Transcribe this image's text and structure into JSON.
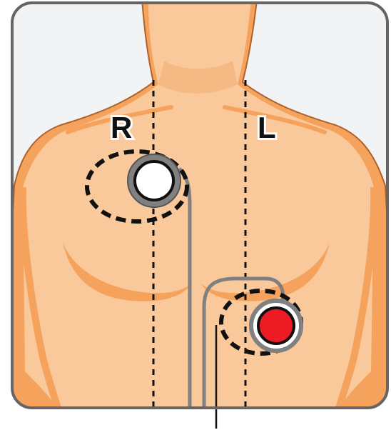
{
  "labels": {
    "right": "R",
    "left": "L"
  },
  "colors": {
    "background": "#F2F3F4",
    "frame": "#666666",
    "skin": "#F9C99B",
    "skin_shadow": "#F5A35C",
    "skin_outline": "#B0602A",
    "lead_wire": "#808080",
    "guide_line": "#111111",
    "electrode_right": "#FFFFFF",
    "electrode_left": "#ED1C24"
  },
  "electrodes": [
    {
      "name": "electrode-right",
      "side": "R",
      "color": "#FFFFFF"
    },
    {
      "name": "electrode-left",
      "side": "L",
      "color": "#ED1C24"
    }
  ]
}
